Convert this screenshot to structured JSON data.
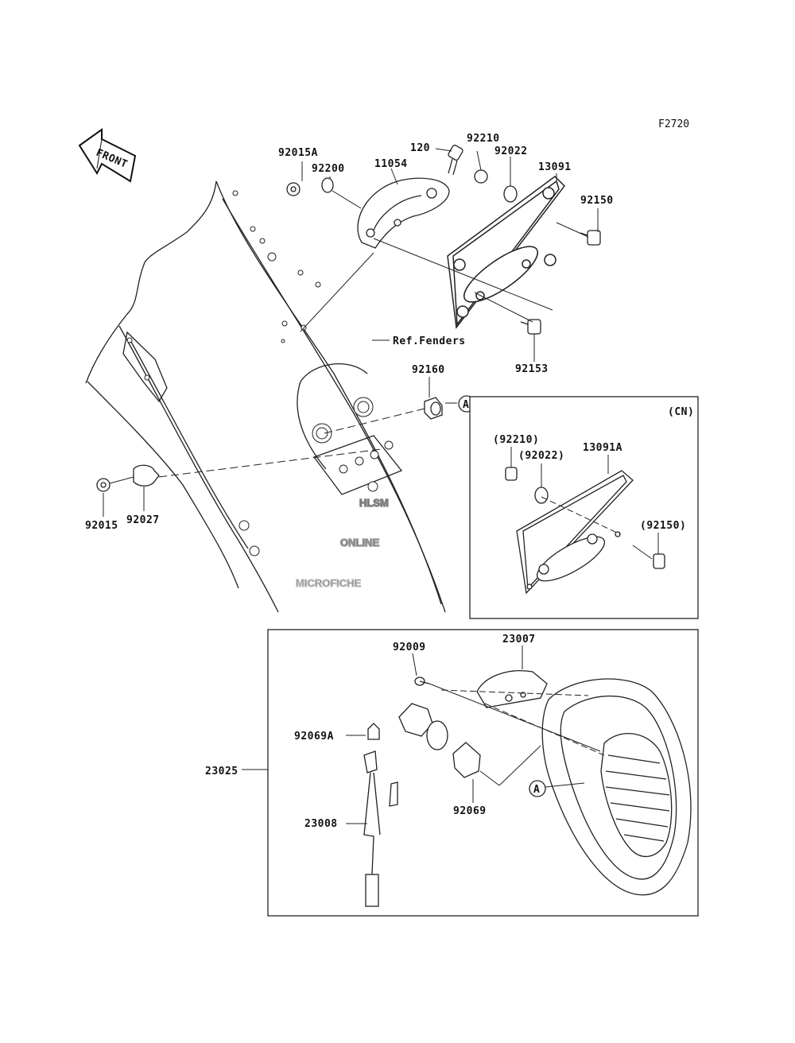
{
  "figure_code": "F2720",
  "front_label": "FRONT",
  "ref_note": "Ref.Fenders",
  "callout_letter": "A",
  "cn_box": {
    "region_label": "(CN)",
    "labels": [
      "(92210)",
      "(92022)",
      "13091A",
      "(92150)"
    ]
  },
  "main_labels": [
    "92015A",
    "92200",
    "11054",
    "120",
    "92210",
    "92022",
    "13091",
    "92150",
    "92153",
    "92160",
    "92015",
    "92027"
  ],
  "lamp_box": {
    "labels": [
      "92009",
      "23007",
      "92069A",
      "23025",
      "23008",
      "92069"
    ]
  },
  "watermark": {
    "line1": "HLSM",
    "line2": "ONLINE",
    "line3": "MICROFICHE"
  }
}
